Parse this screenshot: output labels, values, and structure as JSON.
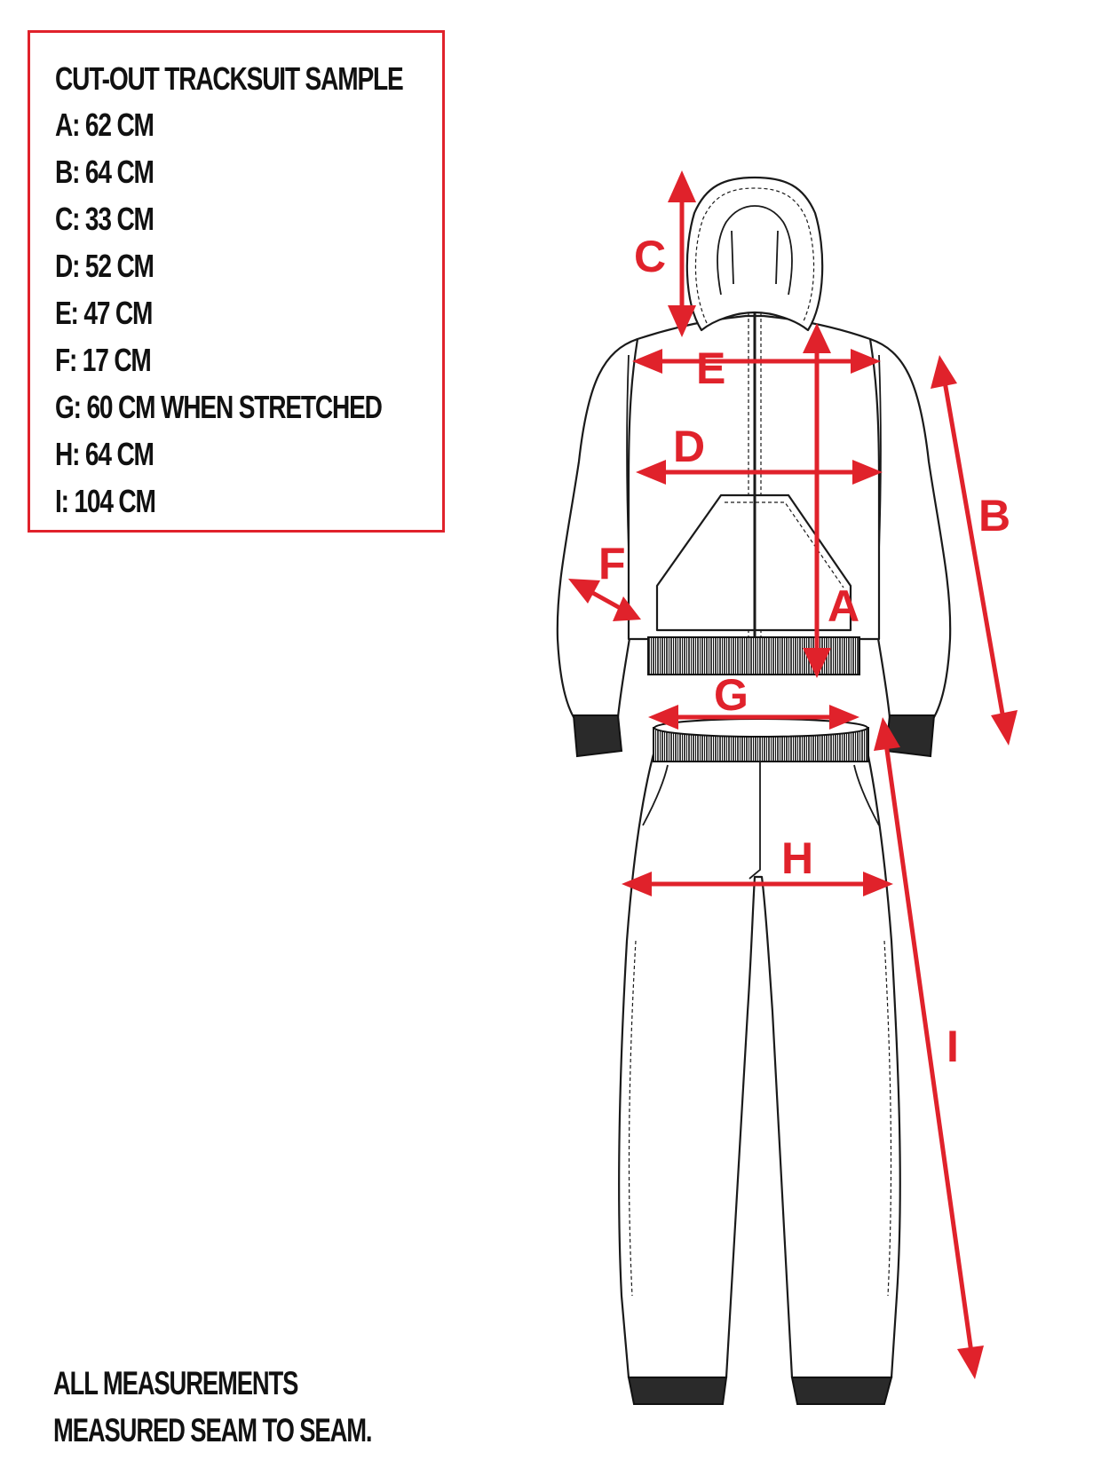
{
  "spec": {
    "title": "CUT-OUT TRACKSUIT SAMPLE",
    "measurements": [
      "A: 62 CM",
      "B: 64 CM",
      "C: 33 CM",
      "D: 52 CM",
      "E: 47 CM",
      "F: 17 CM",
      "G: 60 CM  WHEN STRETCHED",
      "H: 64 CM",
      "I: 104 CM"
    ]
  },
  "note": {
    "line1": "ALL MEASUREMENTS",
    "line2": "MEASURED SEAM TO SEAM."
  },
  "dimension_labels": [
    "A",
    "B",
    "C",
    "D",
    "E",
    "F",
    "G",
    "H",
    "I"
  ],
  "colors": {
    "accent": "#e0222b",
    "ink": "#111111",
    "background": "#ffffff"
  }
}
